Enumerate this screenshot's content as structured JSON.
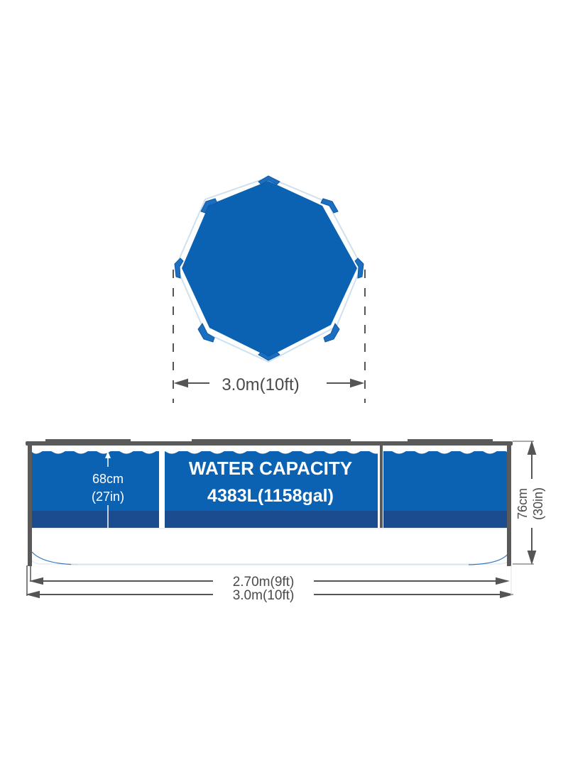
{
  "top_view": {
    "shape": "octagon",
    "diameter_label": "3.0m(10ft)",
    "fill_color": "#0b62b3"
  },
  "side_view": {
    "water_depth_label_line1": "68cm",
    "water_depth_label_line2": "(27in)",
    "capacity_title": "WATER CAPACITY",
    "capacity_value": "4383L(1158gal)",
    "height_label_line1": "76cm",
    "height_label_line2": "(30in)",
    "inner_width_label": "2.70m(9ft)",
    "outer_width_label": "3.0m(10ft)",
    "water_color": "#0b62b3",
    "water_dark_band_color": "#1a4c8f",
    "frame_color": "#5a5a5a"
  }
}
